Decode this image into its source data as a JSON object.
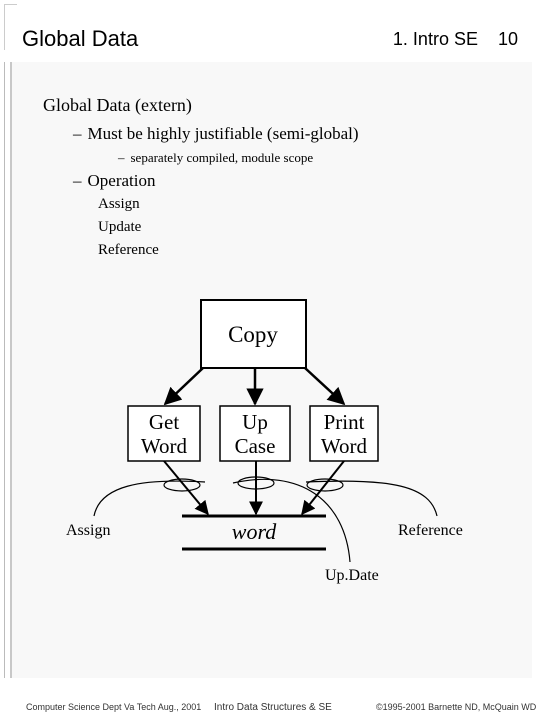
{
  "header": {
    "title": "Global Data",
    "section": "1. Intro SE",
    "page": "10"
  },
  "content": {
    "heading": "Global Data (extern)",
    "item1": {
      "dash": "–",
      "text": "Must be highly justifiable (semi-global)"
    },
    "item1_sub": {
      "dash": "–",
      "text": "separately compiled, module scope"
    },
    "item2": {
      "dash": "–",
      "text": "Operation"
    },
    "operations": [
      "Assign",
      "Update",
      "Reference"
    ]
  },
  "diagram": {
    "boxes": {
      "copy": "Copy",
      "get_word": [
        "Get",
        "Word"
      ],
      "up_case": [
        "Up",
        "Case"
      ],
      "print_word": [
        "Print",
        "Word"
      ]
    },
    "data_store": "word",
    "labels": {
      "assign": "Assign",
      "reference": "Reference",
      "update": "Up.Date"
    }
  },
  "footer": {
    "left": "Computer Science Dept Va Tech Aug., 2001",
    "center": "Intro Data Structures & SE",
    "right": "©1995-2001 Barnette ND, McQuain WD"
  }
}
